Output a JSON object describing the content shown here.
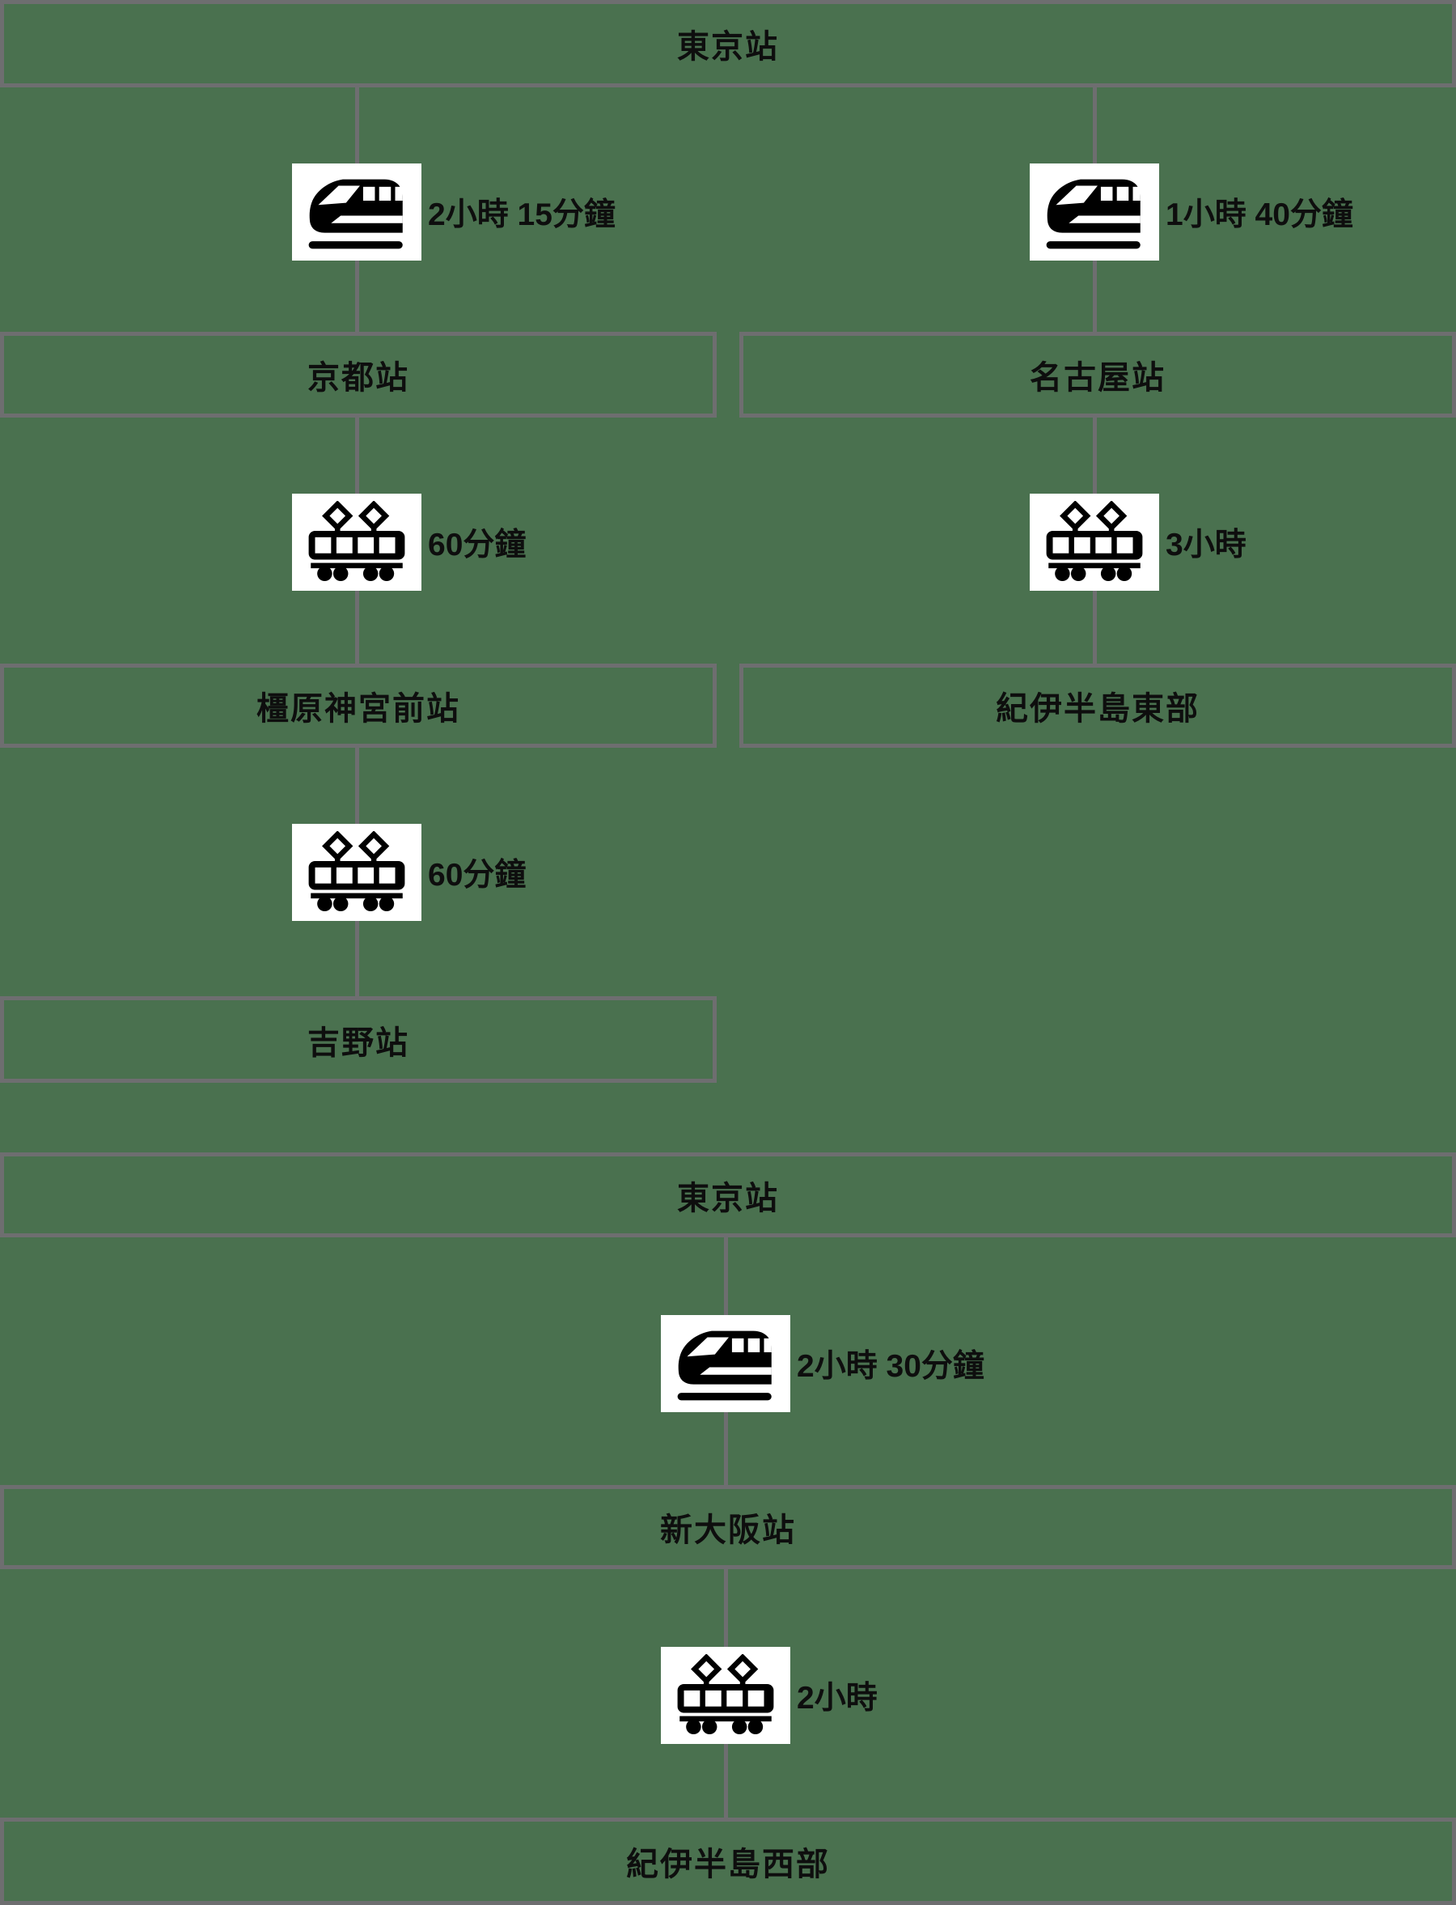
{
  "colors": {
    "background": "#4a714f",
    "border": "#6e6e70",
    "text": "#0e0e0e",
    "icon_bg": "#ffffff",
    "icon_fg": "#000000"
  },
  "diagram1": {
    "root_station": "東京站",
    "left_branch": {
      "leg1": {
        "mode_icon": "shinkansen-icon",
        "duration": "2小時 15分鐘",
        "station": "京都站"
      },
      "leg2": {
        "mode_icon": "local-train-icon",
        "duration": "60分鐘",
        "station": "橿原神宮前站"
      },
      "leg3": {
        "mode_icon": "local-train-icon",
        "duration": "60分鐘",
        "station": "吉野站"
      }
    },
    "right_branch": {
      "leg1": {
        "mode_icon": "shinkansen-icon",
        "duration": "1小時 40分鐘",
        "station": "名古屋站"
      },
      "leg2": {
        "mode_icon": "local-train-icon",
        "duration": "3小時",
        "station": "紀伊半島東部"
      }
    }
  },
  "diagram2": {
    "root_station": "東京站",
    "leg1": {
      "mode_icon": "shinkansen-icon",
      "duration": "2小時 30分鐘",
      "station": "新大阪站"
    },
    "leg2": {
      "mode_icon": "local-train-icon",
      "duration": "2小時",
      "station": "紀伊半島西部"
    }
  }
}
